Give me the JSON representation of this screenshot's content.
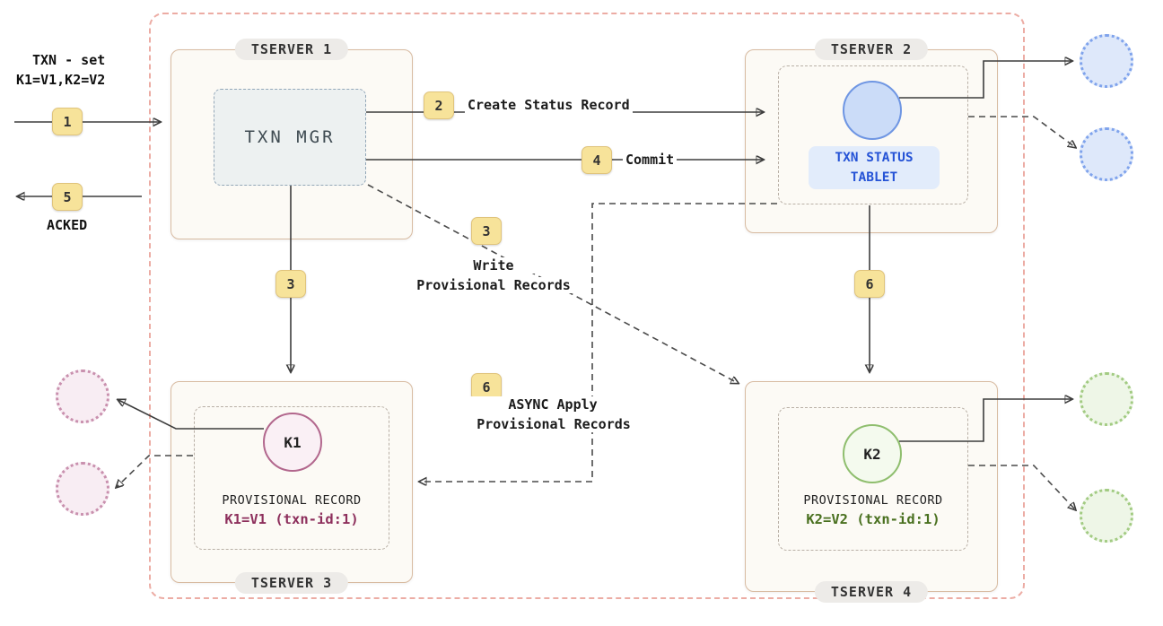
{
  "colors": {
    "badge_yellow": "#F7E39A",
    "tserver_border": "#D8BBA1",
    "boundary_dashed": "#ECACA4",
    "tablet_blue": "#2553D6",
    "k1_maroon": "#8D2F5C",
    "k2_green": "#49701F"
  },
  "annotations": {
    "txn_request_line1": "TXN - set",
    "txn_request_line2": "K1=V1,K2=V2",
    "acked_label": "ACKED",
    "create_status_record": "Create Status Record",
    "commit": "Commit",
    "write_provisional_line1": "Write",
    "write_provisional_line2": "Provisional Records",
    "async_apply_line1": "ASYNC Apply",
    "async_apply_line2": "Provisional Records"
  },
  "badges": {
    "step1": "1",
    "step2": "2",
    "step3_vertical": "3",
    "step3_diagonal": "3",
    "step4": "4",
    "step5": "5",
    "step6_vertical": "6",
    "step6_async": "6"
  },
  "tservers": {
    "tserver1": {
      "title": "TSERVER 1",
      "txn_mgr_label": "TXN MGR"
    },
    "tserver2": {
      "title": "TSERVER 2",
      "tablet_label_line1": "TXN STATUS",
      "tablet_label_line2": "TABLET"
    },
    "tserver3": {
      "title": "TSERVER 3",
      "key_label": "K1",
      "record_title": "PROVISIONAL RECORD",
      "record_value": "K1=V1 (txn-id:1)"
    },
    "tserver4": {
      "title": "TSERVER 4",
      "key_label": "K2",
      "record_title": "PROVISIONAL RECORD",
      "record_value": "K2=V2 (txn-id:1)"
    }
  }
}
